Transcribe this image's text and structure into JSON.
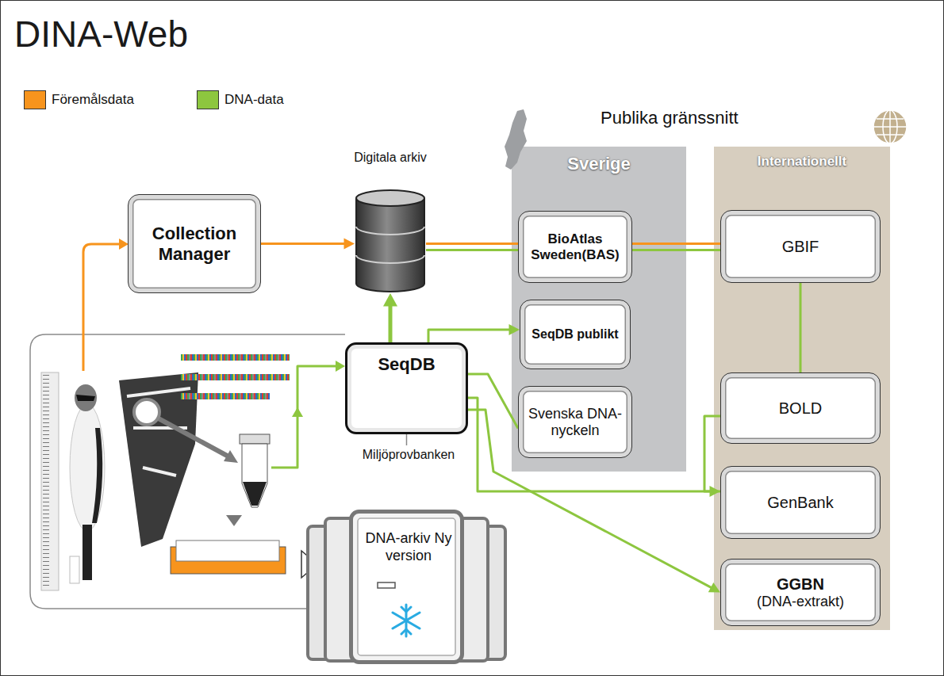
{
  "diagram": {
    "title": "DINA-Web",
    "nodes": [
      {
        "text": [
          "Collection Manager"
        ]
      },
      {
        "text": [
          "Digitala arkiv"
        ]
      },
      {
        "text": [
          "Sverige"
        ]
      },
      {
        "text": [
          "BioAtlas Sweden(BAS)"
        ],
        "in": 2
      },
      {
        "text": [
          "SeqDB publikt"
        ],
        "in": 2
      },
      {
        "text": [
          "Svenska DNA-nyckeln"
        ],
        "in": 2
      },
      {
        "text": [
          "Internationellt"
        ]
      },
      {
        "text": [
          "GBIF"
        ],
        "in": 6
      },
      {
        "text": [
          "BOLD"
        ],
        "in": 6
      },
      {
        "text": [
          "GenBank"
        ],
        "in": 6
      },
      {
        "text": [
          "GGBN",
          "(DNA-extrakt)"
        ],
        "in": 6
      },
      {
        "text": [
          "SeqDB"
        ]
      },
      {
        "text": [
          "Miljöprovbanken",
          "DNA-arkiv Ny version"
        ]
      }
    ],
    "edges": [
      {
        "from": 0,
        "to": 1,
        "arrow": "to"
      },
      {
        "from": 11,
        "to": 1,
        "arrow": "to"
      },
      {
        "from": 1,
        "to": 3,
        "arrow": "none"
      },
      {
        "from": 3,
        "to": 7,
        "arrow": "none"
      },
      {
        "from": 11,
        "to": 4,
        "arrow": "to"
      },
      {
        "from": 11,
        "to": 5,
        "arrow": "none"
      },
      {
        "from": 11,
        "to": 9,
        "arrow": "to"
      },
      {
        "from": 11,
        "to": 10,
        "arrow": "to"
      },
      {
        "from": 8,
        "to": 9,
        "arrow": "none"
      },
      {
        "from": 7,
        "to": 8,
        "arrow": "none"
      },
      {
        "from": 11,
        "to": 12,
        "arrow": "none"
      }
    ],
    "labels": [
      "Publika gränssnitt"
    ],
    "legend": [
      {
        "text": "Föremålsdata",
        "color": "#f7941d"
      },
      {
        "text": "DNA-data",
        "color": "#8dc63f"
      }
    ]
  }
}
